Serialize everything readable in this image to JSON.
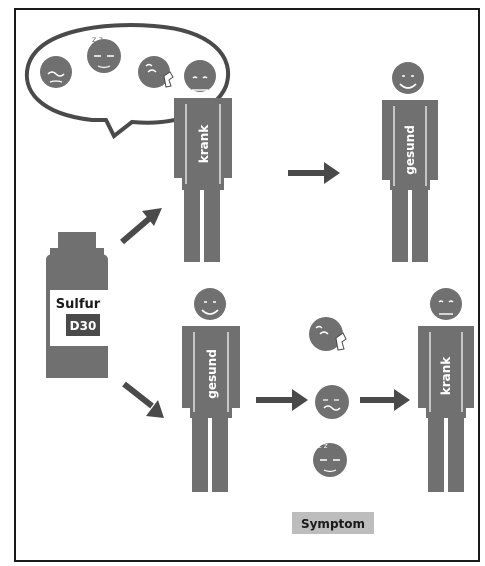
{
  "figure": {
    "bottle": {
      "line1": "Sulfur",
      "line2": "D30"
    },
    "top_row": {
      "person_before_label": "krank",
      "person_after_label": "gesund"
    },
    "bottom_row": {
      "person_before_label": "gesund",
      "person_after_label": "krank",
      "symptom_label": "Symptom"
    },
    "colors": {
      "figure": "#707070",
      "dark": "#4a4a4a",
      "symptom_box": "#bdbdbd"
    },
    "icons": [
      "speech-bubble-icon",
      "bottle-icon",
      "arrow-icon",
      "face-wavy-icon",
      "face-sleepy-icon",
      "face-itch-icon"
    ]
  }
}
